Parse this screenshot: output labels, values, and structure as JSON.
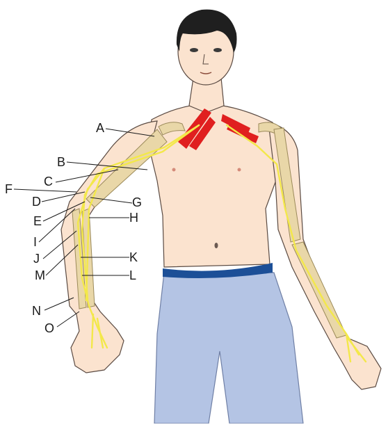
{
  "labels": {
    "A": "A",
    "B": "B",
    "C": "C",
    "D": "D",
    "E": "E",
    "F": "F",
    "G": "G",
    "H": "H",
    "I": "I",
    "J": "J",
    "K": "K",
    "L": "L",
    "M": "M",
    "N": "N",
    "O": "O"
  },
  "colors": {
    "skin": "#fbe3cf",
    "skin_outline": "#5a4a42",
    "hair": "#1f1f1f",
    "bone": "#e9d7a8",
    "bone_outline": "#9b8a5a",
    "nerve": "#f3e84a",
    "muscle": "#e01f1f",
    "belt": "#1c4f97",
    "pants": "#b4c4e4",
    "pants_outline": "#6f7fa5"
  }
}
